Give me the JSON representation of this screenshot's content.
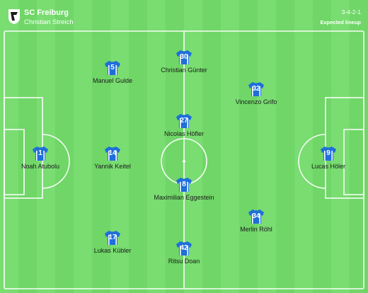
{
  "team": {
    "name": "SC Freiburg",
    "coach": "Christian Streich",
    "formation": "3-4-2-1",
    "lineup_status": "Expected lineup"
  },
  "colors": {
    "pitch_light": "#79dd71",
    "pitch_dark": "#6fd667",
    "lines": "#ffffff",
    "shirt": "#1f6fd9",
    "shirt_stripe": "#ffffff"
  },
  "players": [
    {
      "number": "1",
      "name": "Noah Atubolu",
      "position": "GK"
    },
    {
      "number": "5",
      "name": "Manuel Gulde",
      "position": "CB"
    },
    {
      "number": "14",
      "name": "Yannik Keitel",
      "position": "CB"
    },
    {
      "number": "17",
      "name": "Lukas Kübler",
      "position": "CB"
    },
    {
      "number": "30",
      "name": "Christian Günter",
      "position": "LM"
    },
    {
      "number": "27",
      "name": "Nicolas Höfler",
      "position": "CM"
    },
    {
      "number": "8",
      "name": "Maximilian Eggestein",
      "position": "CM"
    },
    {
      "number": "42",
      "name": "Ritsu Doan",
      "position": "RM"
    },
    {
      "number": "32",
      "name": "Vincenzo Grifo",
      "position": "AM"
    },
    {
      "number": "34",
      "name": "Merlin Röhl",
      "position": "AM"
    },
    {
      "number": "9",
      "name": "Lucas Höler",
      "position": "ST"
    }
  ]
}
